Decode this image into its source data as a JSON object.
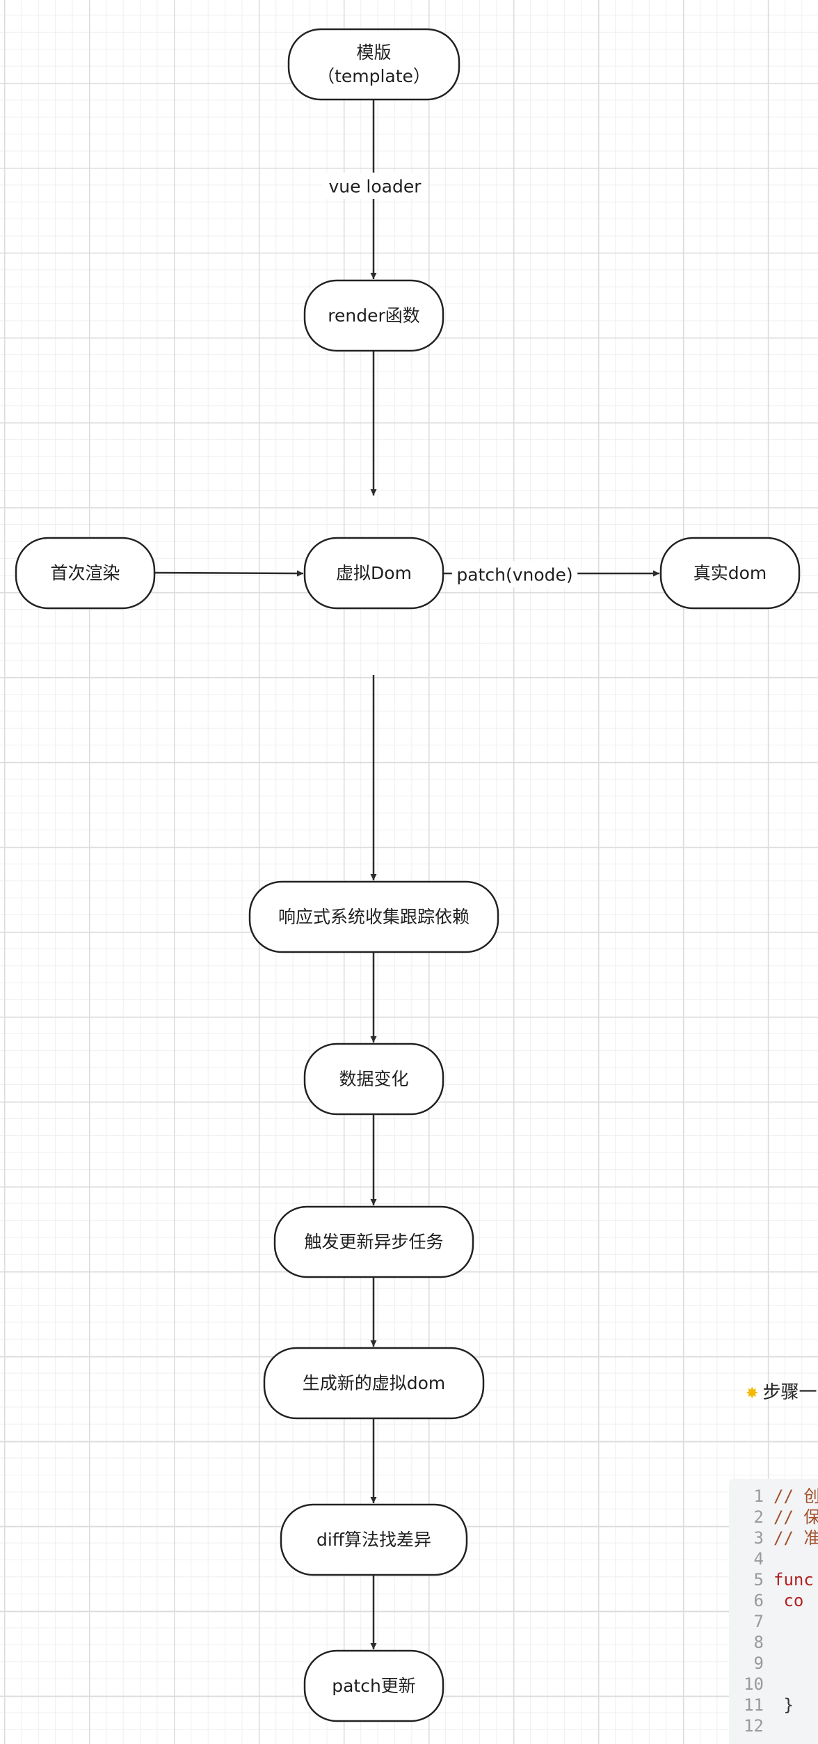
{
  "diagram": {
    "nodes": [
      {
        "id": "template",
        "lines": [
          "模版",
          "（template）"
        ]
      },
      {
        "id": "render",
        "lines": [
          "render函数"
        ]
      },
      {
        "id": "first-render",
        "lines": [
          "首次渲染"
        ]
      },
      {
        "id": "vdom",
        "lines": [
          "虚拟Dom"
        ]
      },
      {
        "id": "real-dom",
        "lines": [
          "真实dom"
        ]
      },
      {
        "id": "reactive",
        "lines": [
          "响应式系统收集跟踪依赖"
        ]
      },
      {
        "id": "data-change",
        "lines": [
          "数据变化"
        ]
      },
      {
        "id": "trigger",
        "lines": [
          "触发更新异步任务"
        ]
      },
      {
        "id": "new-vdom",
        "lines": [
          "生成新的虚拟dom"
        ]
      },
      {
        "id": "diff",
        "lines": [
          "diff算法找差异"
        ]
      },
      {
        "id": "patch-update",
        "lines": [
          "patch更新"
        ]
      }
    ],
    "edges": [
      {
        "from": "template",
        "to": "render",
        "label": "vue loader"
      },
      {
        "from": "render",
        "to": "vdom",
        "label": ""
      },
      {
        "from": "first-render",
        "to": "vdom",
        "label": ""
      },
      {
        "from": "vdom",
        "to": "real-dom",
        "label": "patch(vnode)"
      },
      {
        "from": "vdom",
        "to": "reactive",
        "label": ""
      },
      {
        "from": "reactive",
        "to": "data-change",
        "label": ""
      },
      {
        "from": "data-change",
        "to": "trigger",
        "label": ""
      },
      {
        "from": "trigger",
        "to": "new-vdom",
        "label": ""
      },
      {
        "from": "new-vdom",
        "to": "diff",
        "label": ""
      },
      {
        "from": "diff",
        "to": "patch-update",
        "label": ""
      }
    ]
  },
  "step_label": {
    "icon": "star-icon",
    "text": "步骤一"
  },
  "code_snippet": {
    "lines": [
      {
        "n": "1",
        "text": "// 创",
        "kind": "comment"
      },
      {
        "n": "2",
        "text": "// 保",
        "kind": "comment"
      },
      {
        "n": "3",
        "text": "// 准",
        "kind": "comment"
      },
      {
        "n": "4",
        "text": "",
        "kind": "plain"
      },
      {
        "n": "5",
        "text": "func",
        "kind": "keyword"
      },
      {
        "n": "6",
        "text": "  co",
        "kind": "keyword"
      },
      {
        "n": "7",
        "text": "",
        "kind": "plain"
      },
      {
        "n": "8",
        "text": "",
        "kind": "plain"
      },
      {
        "n": "9",
        "text": "",
        "kind": "plain"
      },
      {
        "n": "10",
        "text": "",
        "kind": "plain"
      },
      {
        "n": "11",
        "text": "  }",
        "kind": "plain"
      },
      {
        "n": "12",
        "text": "",
        "kind": "plain"
      }
    ]
  },
  "colors": {
    "stroke": "#222222",
    "grid": "#dcdcdc",
    "code_bg": "#f3f4f6",
    "comment": "#a0522d",
    "keyword": "#b22222"
  }
}
